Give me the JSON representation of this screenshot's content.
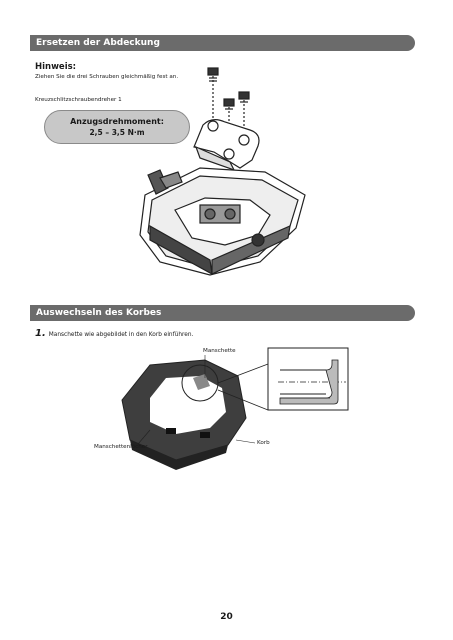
{
  "section1": {
    "title": "Ersetzen der Abdeckung",
    "note_title": "Hinweis:",
    "note_text": "Ziehen Sie die drei Schrauben gleichmäßig fest an.",
    "tool": "Kreuzschlitzschraubendreher 1",
    "torque_label": "Anzugsdrehmoment:",
    "torque_value": "2,5 – 3,5 N·m"
  },
  "section2": {
    "title": "Auswechseln des Korbes",
    "step_number": "1.",
    "step_text": "Manschette wie abgebildet in den Korb einführen.",
    "labels": {
      "sleeve": "Manschette",
      "holes": "Manschettenlöcher",
      "cage": "Korb"
    }
  },
  "page_number": "20"
}
